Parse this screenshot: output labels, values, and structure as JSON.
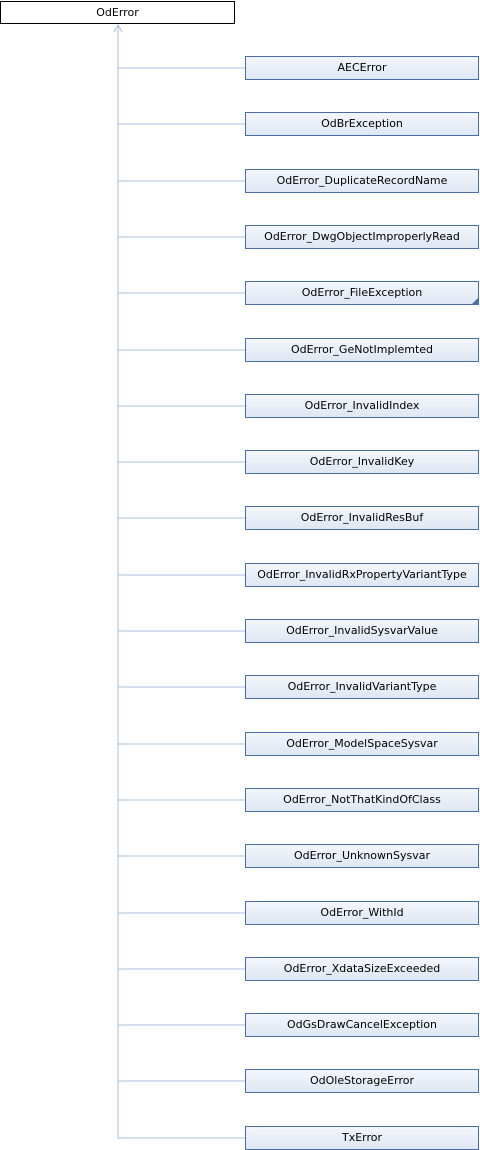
{
  "diagram": {
    "base_class": "OdError",
    "derived_classes": [
      {
        "name": "AECError",
        "has_more": false
      },
      {
        "name": "OdBrException",
        "has_more": false
      },
      {
        "name": "OdError_DuplicateRecordName",
        "has_more": false
      },
      {
        "name": "OdError_DwgObjectImproperlyRead",
        "has_more": false
      },
      {
        "name": "OdError_FileException",
        "has_more": true
      },
      {
        "name": "OdError_GeNotImplemted",
        "has_more": false
      },
      {
        "name": "OdError_InvalidIndex",
        "has_more": false
      },
      {
        "name": "OdError_InvalidKey",
        "has_more": false
      },
      {
        "name": "OdError_InvalidResBuf",
        "has_more": false
      },
      {
        "name": "OdError_InvalidRxPropertyVariantType",
        "has_more": false
      },
      {
        "name": "OdError_InvalidSysvarValue",
        "has_more": false
      },
      {
        "name": "OdError_InvalidVariantType",
        "has_more": false
      },
      {
        "name": "OdError_ModelSpaceSysvar",
        "has_more": false
      },
      {
        "name": "OdError_NotThatKindOfClass",
        "has_more": false
      },
      {
        "name": "OdError_UnknownSysvar",
        "has_more": false
      },
      {
        "name": "OdError_WithId",
        "has_more": false
      },
      {
        "name": "OdError_XdataSizeExceeded",
        "has_more": false
      },
      {
        "name": "OdGsDrawCancelException",
        "has_more": false
      },
      {
        "name": "OdOleStorageError",
        "has_more": false
      },
      {
        "name": "TxError",
        "has_more": false
      }
    ],
    "colors": {
      "edge": "#a9c0dc",
      "node_border": "#4a6da8",
      "node_fill_top": "#f3f6fb",
      "node_fill_bottom": "#dfe7f3"
    }
  }
}
